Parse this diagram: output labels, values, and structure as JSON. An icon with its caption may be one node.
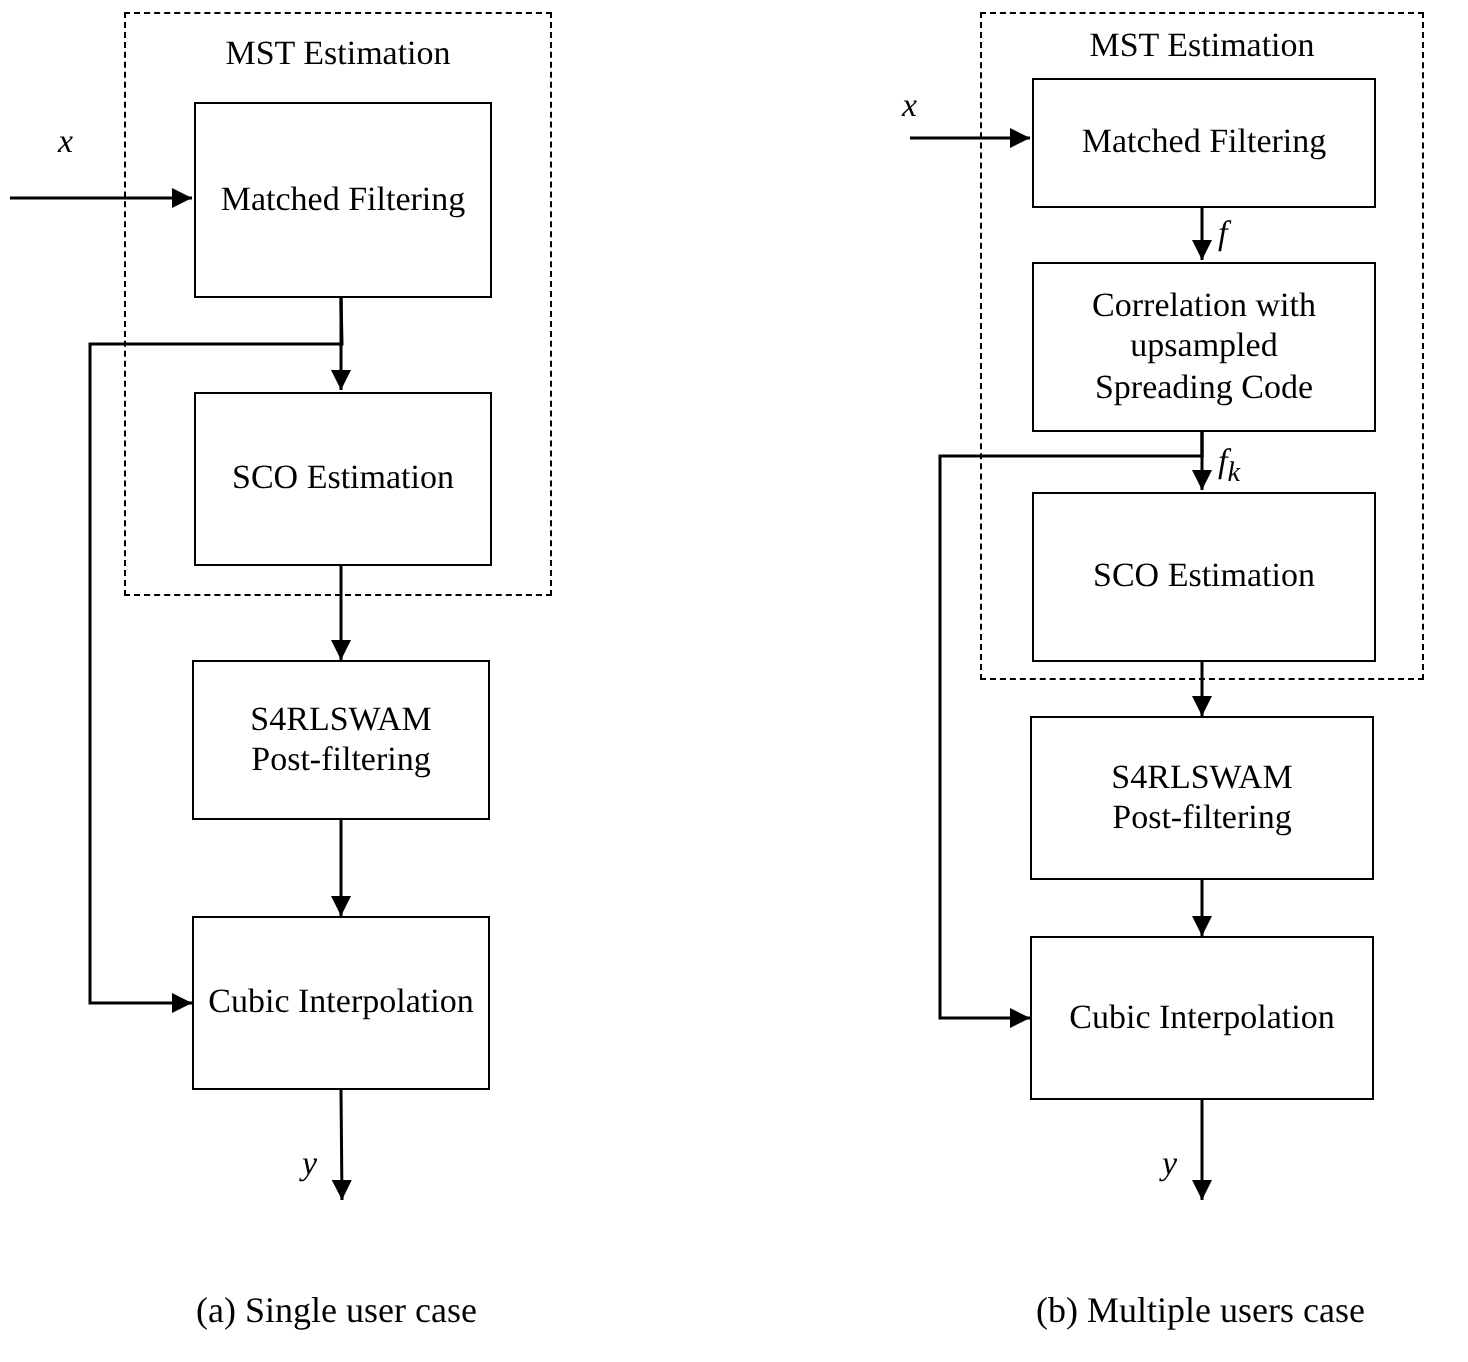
{
  "diagram": {
    "nodes": [
      {
        "text": [
          "MST Estimation"
        ]
      },
      {
        "text": [
          "Matched Filtering"
        ],
        "in": 0
      },
      {
        "text": [
          "SCO Estimation"
        ],
        "in": 0
      },
      {
        "text": [
          "S4RLSWAM Post-filtering"
        ]
      },
      {
        "text": [
          "Cubic Interpolation"
        ]
      },
      {
        "text": [
          "MST Estimation"
        ]
      },
      {
        "text": [
          "Matched Filtering"
        ],
        "in": 5
      },
      {
        "text": [
          "Correlation with upsampled Spreading Code"
        ],
        "in": 5
      },
      {
        "text": [
          "SCO Estimation"
        ],
        "in": 5
      },
      {
        "text": [
          "S4RLSWAM Post-filtering"
        ]
      },
      {
        "text": [
          "Cubic Interpolation"
        ]
      }
    ],
    "edges": [
      {
        "from": null,
        "to": 1,
        "arrow": "to",
        "label": "x"
      },
      {
        "from": 1,
        "to": 2,
        "arrow": "to"
      },
      {
        "from": 1,
        "to": 4,
        "arrow": "to"
      },
      {
        "from": 2,
        "to": 3,
        "arrow": "to"
      },
      {
        "from": 3,
        "to": 4,
        "arrow": "to"
      },
      {
        "from": 4,
        "to": null,
        "arrow": "to",
        "label": "y"
      },
      {
        "from": null,
        "to": 6,
        "arrow": "to",
        "label": "x"
      },
      {
        "from": 6,
        "to": 7,
        "arrow": "to",
        "label": "f"
      },
      {
        "from": 7,
        "to": 8,
        "arrow": "to",
        "label": "f$_{k}$"
      },
      {
        "from": 7,
        "to": 10,
        "arrow": "to"
      },
      {
        "from": 8,
        "to": 9,
        "arrow": "to"
      },
      {
        "from": 9,
        "to": 10,
        "arrow": "to"
      },
      {
        "from": 10,
        "to": null,
        "arrow": "to",
        "label": "y"
      }
    ],
    "labels": [
      "(a) Single user case",
      "(b) Multiple users case"
    ]
  }
}
